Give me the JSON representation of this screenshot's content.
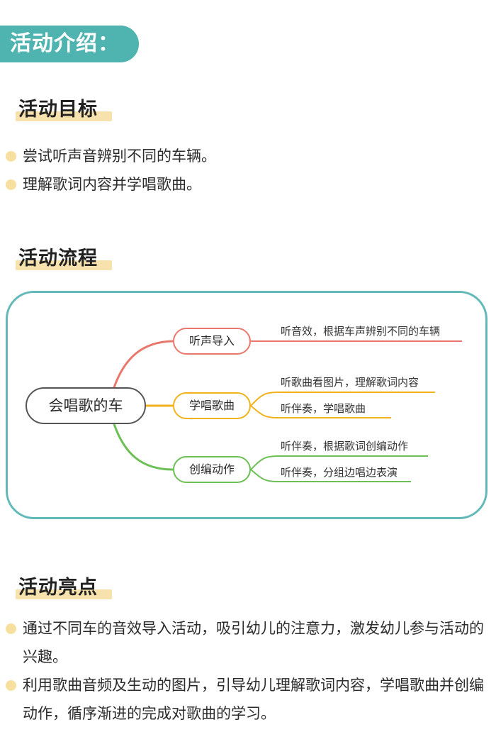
{
  "header": {
    "title": "活动介绍："
  },
  "goals": {
    "title": "活动目标",
    "items": [
      "尝试听声音辨别不同的车辆。",
      "理解歌词内容并学唱歌曲。"
    ]
  },
  "process": {
    "title": "活动流程",
    "mindmap": {
      "root": "会唱歌的车",
      "branches": [
        {
          "label": "听声导入",
          "color": "#e9786c",
          "leaves": [
            "听音效，根据车声辨别不同的车辆"
          ]
        },
        {
          "label": "学唱歌曲",
          "color": "#f2b21b",
          "leaves": [
            "听歌曲看图片，理解歌词内容",
            "听伴奏，学唱歌曲"
          ]
        },
        {
          "label": "创编动作",
          "color": "#6cbf54",
          "leaves": [
            "听伴奏，根据歌词创编动作",
            "听伴奏，分组边唱边表演"
          ]
        }
      ]
    }
  },
  "highlights": {
    "title": "活动亮点",
    "items": [
      "通过不同车的音效导入活动，吸引幼儿的注意力，激发幼儿参与活动的兴趣。",
      "利用歌曲音频及生动的图片，引导幼儿理解歌词内容，学唱歌曲并创编动作，循序渐进的完成对歌曲的学习。"
    ]
  },
  "colors": {
    "accent": "#4fb3b0",
    "highlight": "#f7e2ad",
    "bullet": "#f7dfa0",
    "frame": "#63b9b9"
  }
}
